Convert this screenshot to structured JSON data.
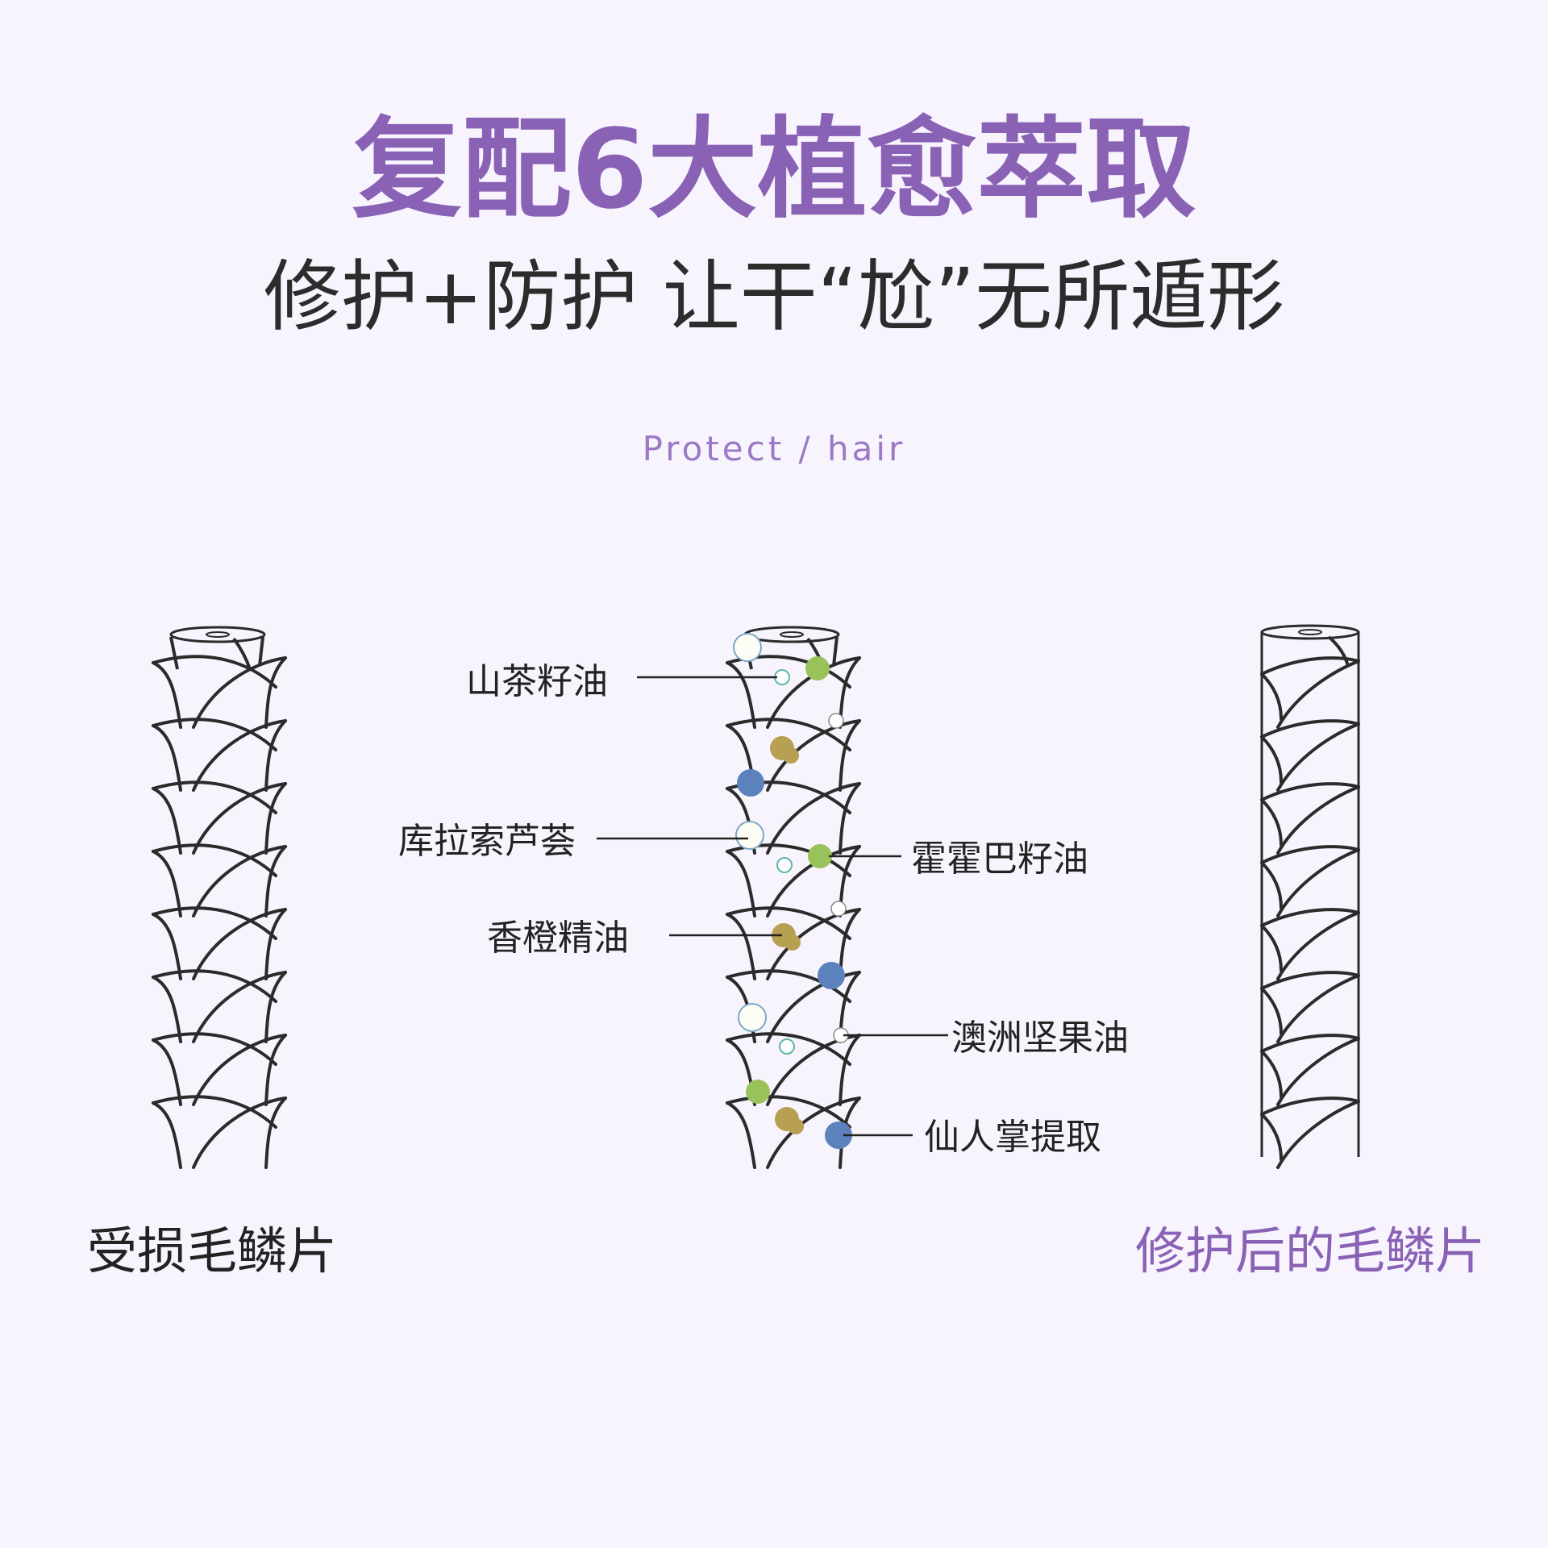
{
  "title": "复配6大植愈萃取",
  "subtitle": "修护+防护 让干“尬”无所遁形",
  "tagline": "Protect / hair",
  "captions": {
    "damaged": "受损毛鳞片",
    "repaired": "修护后的毛鳞片"
  },
  "ingredients": [
    {
      "name": "山茶籽油",
      "side": "left"
    },
    {
      "name": "库拉索芦荟",
      "side": "left"
    },
    {
      "name": "香橙精油",
      "side": "left"
    },
    {
      "name": "霍霍巴籽油",
      "side": "right"
    },
    {
      "name": "澳洲坚果油",
      "side": "right"
    },
    {
      "name": "仙人掌提取",
      "side": "right"
    }
  ],
  "colors": {
    "accent": "#8a62b5",
    "green": "#9ac25b",
    "gold": "#b8a052",
    "blue": "#5b82bd",
    "white": "#fdfdf6",
    "line": "#222222"
  }
}
